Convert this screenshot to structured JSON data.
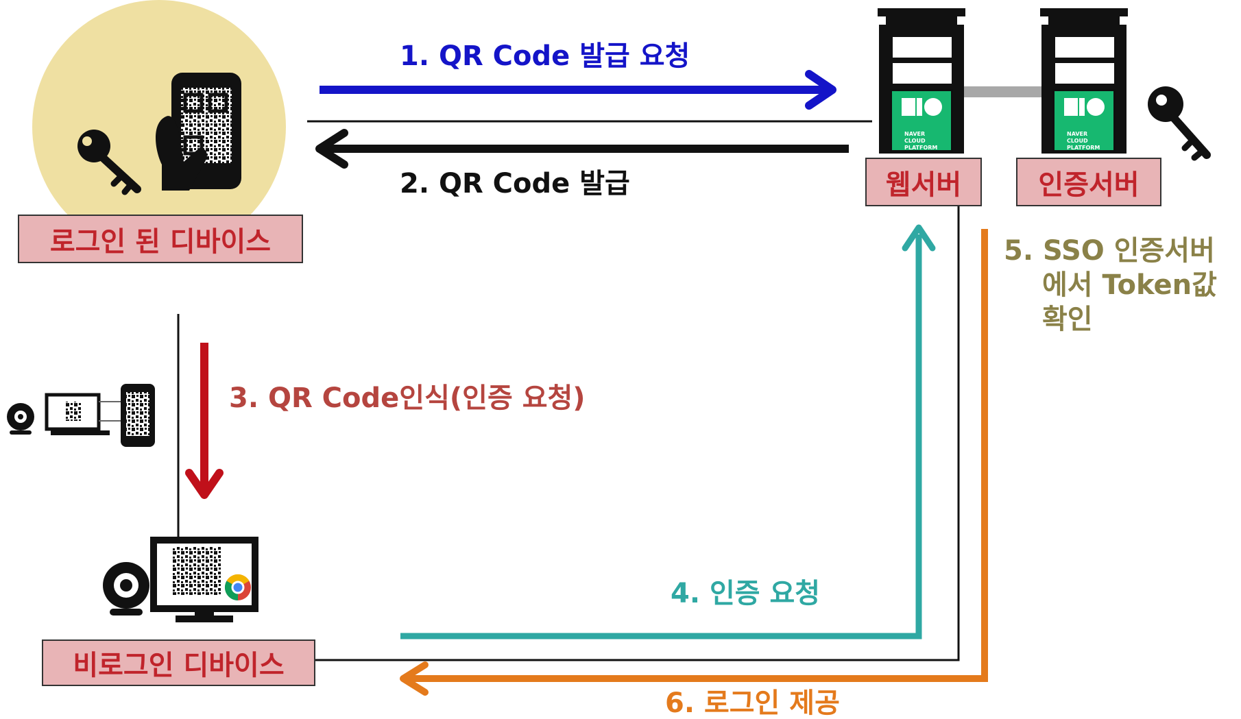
{
  "nodes": {
    "logged_in_device": "로그인 된 디바이스",
    "web_server": "웹서버",
    "auth_server": "인증서버",
    "non_logged_in_device": "비로그인 디바이스",
    "brand_label": "NAVER\nCLOUD\nPLATFORM"
  },
  "steps": {
    "step1": "1. QR Code 발급 요청",
    "step2": "2. QR Code 발급",
    "step3": "3. QR Code인식(인증 요청)",
    "step4": "4. 인증 요청",
    "step5_line1": "5. SSO 인증서버",
    "step5_line2": "에서 Token값",
    "step5_line3": "확인",
    "step6": "6. 로그인 제공"
  },
  "colors": {
    "step1": "#1414c8",
    "step2": "#111111",
    "step3": "#c0101a",
    "step3_text": "#b5453f",
    "step4": "#2fa8a3",
    "step5": "#8a8148",
    "step6": "#e47a1c",
    "node_fill": "#e8b4b6",
    "node_text": "#c0242b",
    "server_green": "#17b870",
    "device_circle": "#efe0a2"
  }
}
